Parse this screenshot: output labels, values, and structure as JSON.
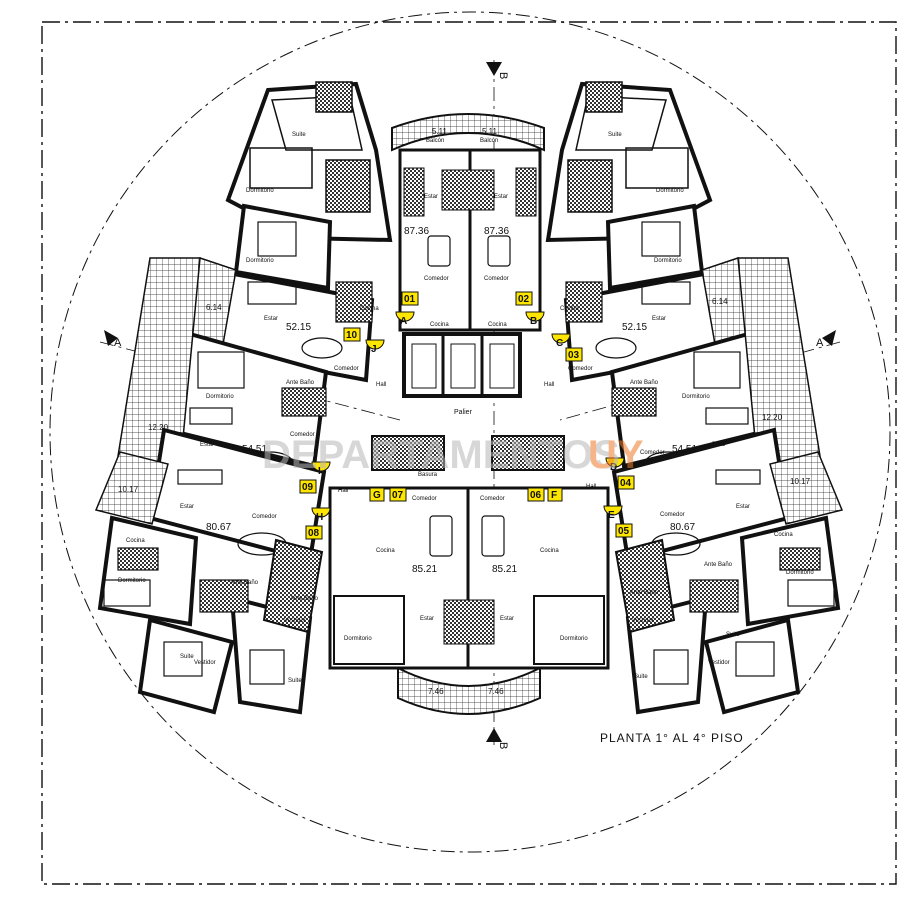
{
  "title": "PLANTA 1° AL 4° PISO",
  "watermark": {
    "text_main": "DEPARTAMENTOS",
    "text_suffix": "UY",
    "color_main": "#b8b8b8",
    "color_suffix": "#f07a2a"
  },
  "colors": {
    "tag_fill": "#ffe600",
    "line": "#111111"
  },
  "section_marks": {
    "a_left": "A",
    "a_right": "A",
    "b_top": "B",
    "b_bottom": "B"
  },
  "units": {
    "u01": "01",
    "u02": "02",
    "u03": "03",
    "u04": "04",
    "u05": "05",
    "u06": "06",
    "u07": "07",
    "u08": "08",
    "u09": "09",
    "u10": "10"
  },
  "doors": {
    "A": "A",
    "B": "B",
    "C": "C",
    "D": "D",
    "E": "E",
    "F": "F",
    "G": "G",
    "H": "H",
    "I": "I",
    "J": "J"
  },
  "areas": {
    "a_top_left": "87.36",
    "a_top_right": "87.36",
    "a_mid_left": "52.15",
    "a_mid_right": "52.15",
    "a_lowmid_left": "54.51",
    "a_lowmid_right": "54.51",
    "a_low_left": "80.67",
    "a_low_right": "80.67",
    "a_bot_left": "85.21",
    "a_bot_right": "85.21",
    "b_top_left": "5.11",
    "b_top_right": "5.11",
    "b_bot_left": "7.46",
    "b_bot_right": "7.46",
    "b_left_1": "6.14",
    "b_left_2": "12.20",
    "b_left_3": "10.17",
    "b_right_1": "6.14",
    "b_right_2": "12.20",
    "b_right_3": "10.17"
  },
  "rooms": {
    "suite": "Suite",
    "dormitorio": "Dormitorio",
    "estar": "Estar",
    "comedor": "Comedor",
    "cocina": "Cocina",
    "hall": "Hall",
    "palier": "Palier",
    "basura": "Basura",
    "vestidor": "Vestidor",
    "antebano": "Ante Baño",
    "balcon": "Balcón"
  }
}
